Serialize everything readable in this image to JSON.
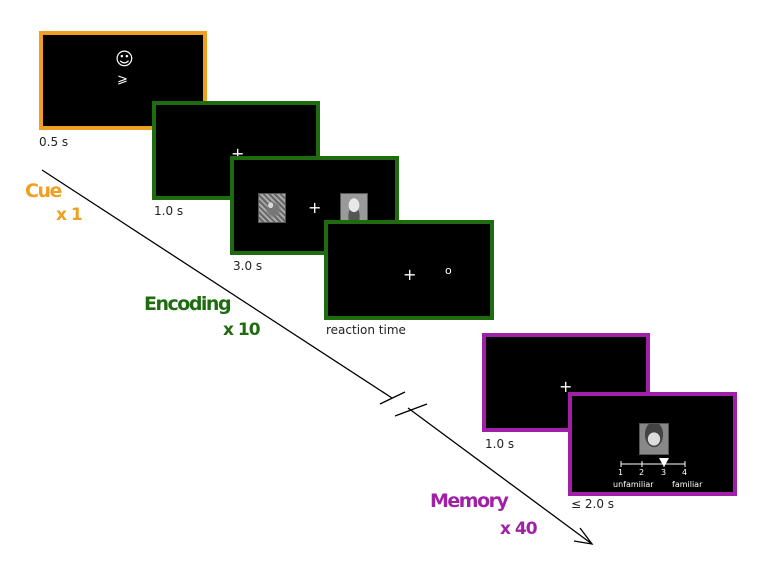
{
  "cue": {
    "timing": "0.5 s",
    "phase": "Cue",
    "count": "x 1",
    "smiley_glyph": "☺",
    "arrow_glyph": "⩾"
  },
  "encoding": {
    "phase": "Encoding",
    "count": "x 10",
    "fixation_timing": "1.0 s",
    "faces_timing": "3.0 s",
    "probe_timing": "reaction time",
    "fixation_glyph": "+",
    "probe_glyph": "o"
  },
  "memory": {
    "phase": "Memory",
    "count": "x 40",
    "fixation_timing": "1.0 s",
    "rating_timing": "≤ 2.0 s",
    "fixation_glyph": "+",
    "scale_numbers": [
      "1",
      "2",
      "3",
      "4"
    ],
    "scale_left_label": "unfamiliar",
    "scale_right_label": "familiar"
  },
  "colors": {
    "cue": "#f0a020",
    "encoding": "#1f6b10",
    "memory": "#a020a8",
    "timeline": "#000000"
  }
}
